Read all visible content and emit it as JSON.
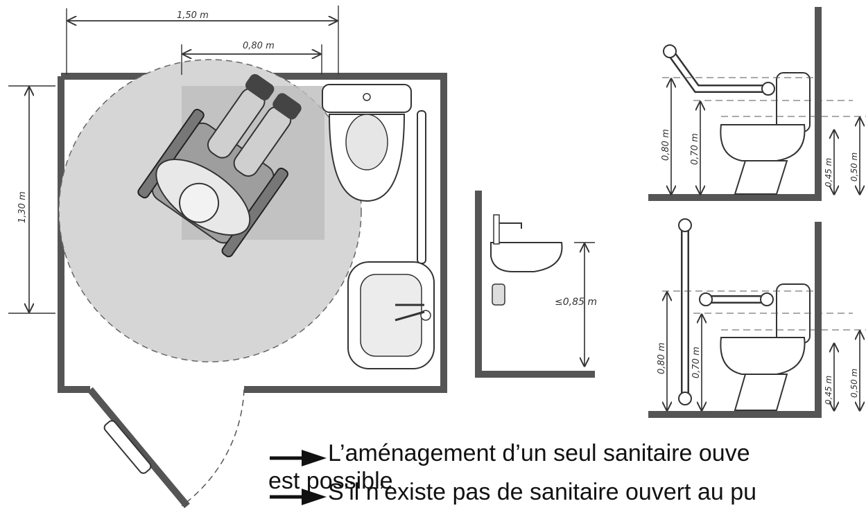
{
  "plan": {
    "dim_width": "1,50 m",
    "dim_inner": "0,80 m",
    "dim_depth": "1,30 m"
  },
  "sink": {
    "dim_height": "≤0,85 m"
  },
  "wc_diagram_1": {
    "dim_bar_top": "0,80 m",
    "dim_bar_low": "0,70 m",
    "dim_seat": "0,45 m",
    "dim_seat_max": "0,50 m"
  },
  "wc_diagram_2": {
    "dim_bar_top": "0,80 m",
    "dim_bar_low": "0,70 m",
    "dim_seat": "0,45 m",
    "dim_seat_max": "0,50 m"
  },
  "bullets": [
    {
      "text": "L’aménagement d’un seul sanitaire ouve",
      "text2": "est possible"
    },
    {
      "text": "S’il n’existe pas de sanitaire ouvert au pu"
    }
  ],
  "colors": {
    "shade": "#c9c9c9",
    "shade_dark": "#b0b0b0",
    "line": "#333333"
  }
}
